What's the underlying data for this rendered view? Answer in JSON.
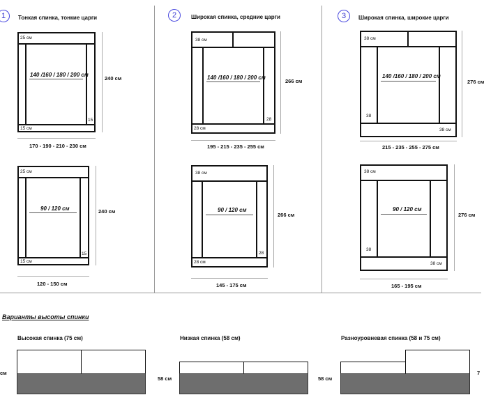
{
  "columns": [
    {
      "number": "1",
      "title": "Тонкая спинка, тонкие царги",
      "top": {
        "back": "25 см",
        "size": "140 /160 / 180 / 200 см",
        "side": "15",
        "bottom": "15 см",
        "height": "240 см",
        "width": "170 - 190 - 210 - 230 см"
      },
      "bottom": {
        "back": "25 см",
        "size": "90 / 120 см",
        "side": "15",
        "bottom": "15 см",
        "height": "240 см",
        "width": "120 - 150 см"
      }
    },
    {
      "number": "2",
      "title": "Широкая спинка, средние царги",
      "top": {
        "back": "38 см",
        "size": "140 /160 / 180 / 200 см",
        "side": "28",
        "bottom": "28 см",
        "height": "266 см",
        "width": "195 - 215 - 235 - 255 см"
      },
      "bottom": {
        "back": "38 см",
        "size": "90 / 120 см",
        "side": "28",
        "bottom": "28 см",
        "height": "266 см",
        "width": "145 - 175 см"
      }
    },
    {
      "number": "3",
      "title": "Широкая спинка, широкие царги",
      "top": {
        "back": "38 см",
        "size": "140 /160 / 180 / 200 см",
        "side": "38",
        "bottom": "38 см",
        "height": "276 см",
        "width": "215 - 235 - 255 - 275 см"
      },
      "bottom": {
        "back": "38 см",
        "size": "90 / 120 см",
        "side": "38",
        "bottom": "38 см",
        "height": "276 см",
        "width": "165 - 195 см"
      }
    }
  ],
  "heights": {
    "title": "Варианты высоты спинки",
    "items": [
      {
        "title": "Высокая спинка (75 см)",
        "left_label": "см",
        "right_label": ""
      },
      {
        "title": "Низкая спинка (58 см)",
        "left_label": "58 см",
        "right_label": ""
      },
      {
        "title": "Разноуровневая спинка (58 и 75 см)",
        "left_label": "58 см",
        "right_label": "7"
      }
    ]
  }
}
